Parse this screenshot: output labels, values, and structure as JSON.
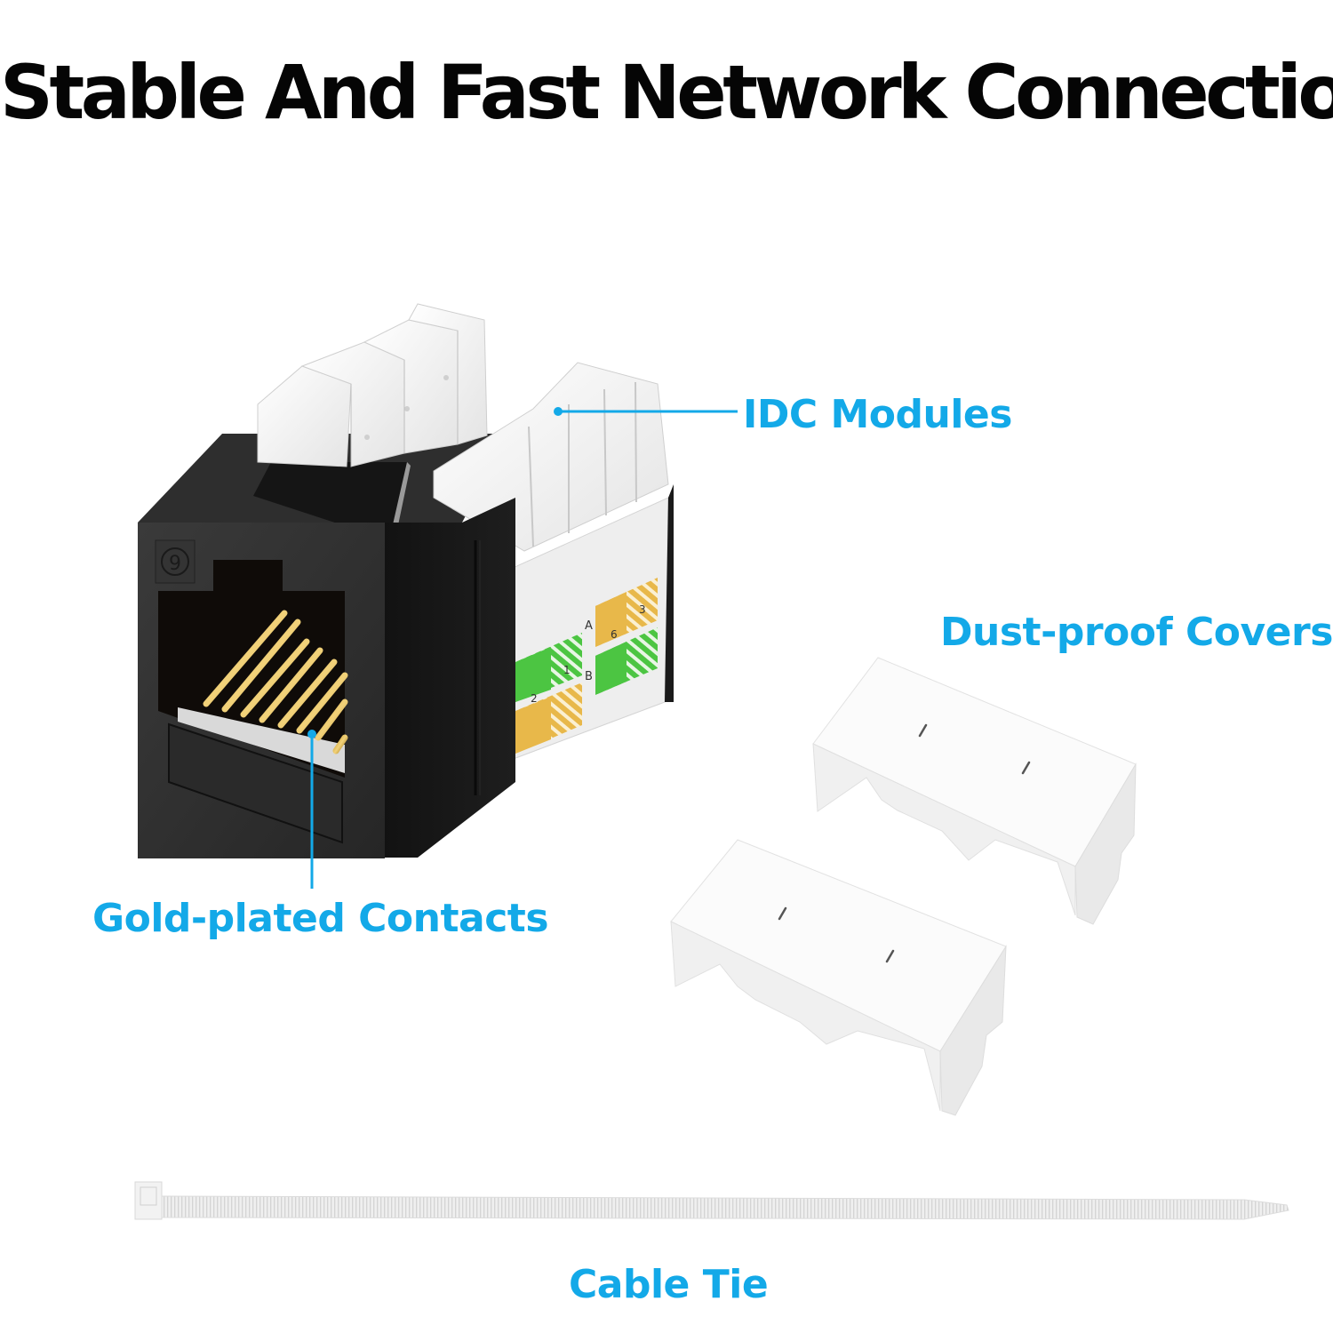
{
  "headline": "Stable And Fast Network Connection",
  "accent_color": "#13a9e8",
  "product": {
    "name": "RJ45 Keystone Jack",
    "housing_color": "#1c1c1c",
    "port_badge": "9",
    "wiring_labels": {
      "pair_a": "A",
      "pair_b": "B",
      "pins": [
        "2",
        "1",
        "6",
        "3"
      ]
    },
    "color_codes": {
      "green": "#4cc542",
      "orange": "#e8b84a"
    }
  },
  "callouts": [
    {
      "id": "idc",
      "label": "IDC Modules"
    },
    {
      "id": "dust",
      "label": "Dust-proof Covers"
    },
    {
      "id": "gold",
      "label": "Gold-plated Contacts"
    },
    {
      "id": "tie",
      "label": "Cable Tie"
    }
  ]
}
